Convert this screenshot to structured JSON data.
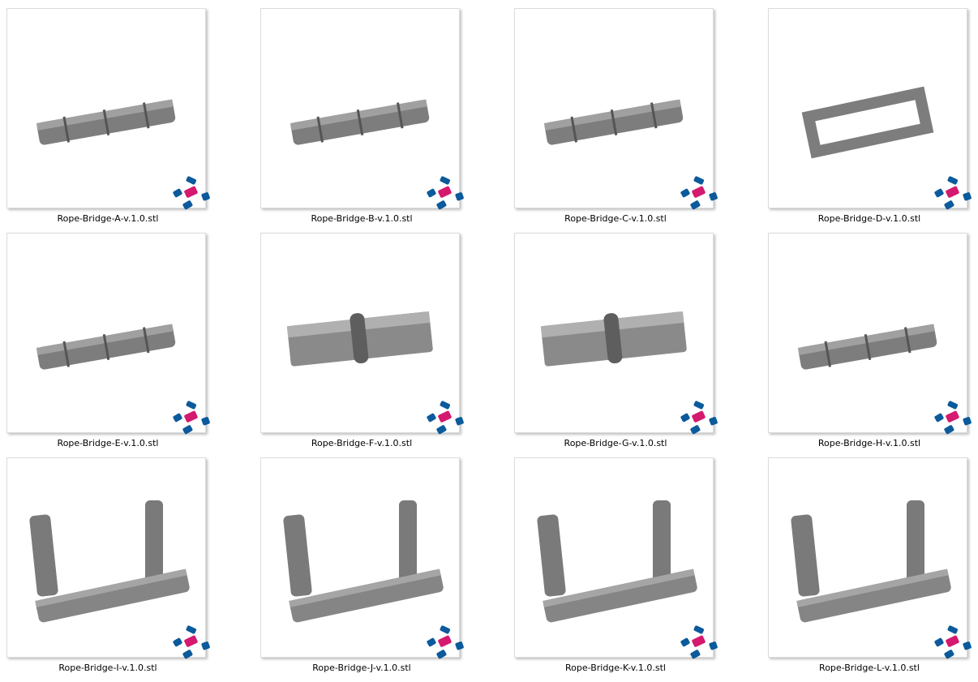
{
  "files": [
    {
      "name": "Rope-Bridge-A-v.1.0.stl",
      "shape": "flat"
    },
    {
      "name": "Rope-Bridge-B-v.1.0.stl",
      "shape": "flat"
    },
    {
      "name": "Rope-Bridge-C-v.1.0.stl",
      "shape": "flat"
    },
    {
      "name": "Rope-Bridge-D-v.1.0.stl",
      "shape": "frame"
    },
    {
      "name": "Rope-Bridge-E-v.1.0.stl",
      "shape": "flat"
    },
    {
      "name": "Rope-Bridge-F-v.1.0.stl",
      "shape": "block"
    },
    {
      "name": "Rope-Bridge-G-v.1.0.stl",
      "shape": "block"
    },
    {
      "name": "Rope-Bridge-H-v.1.0.stl",
      "shape": "flat"
    },
    {
      "name": "Rope-Bridge-I-v.1.0.stl",
      "shape": "posts"
    },
    {
      "name": "Rope-Bridge-J-v.1.0.stl",
      "shape": "posts"
    },
    {
      "name": "Rope-Bridge-K-v.1.0.stl",
      "shape": "posts"
    },
    {
      "name": "Rope-Bridge-L-v.1.0.stl",
      "shape": "posts"
    }
  ],
  "colors": {
    "logo_blue": "#0b5a9c",
    "logo_pink": "#d4196f",
    "model_gray": "#8a8a8a"
  }
}
